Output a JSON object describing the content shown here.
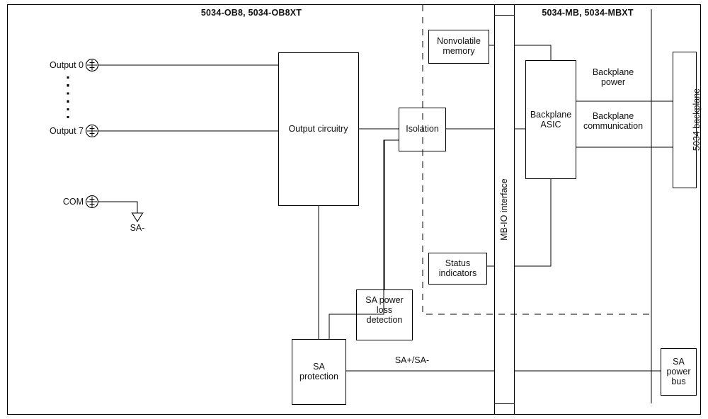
{
  "diagram": {
    "kind": "block-diagram",
    "outer_border": true,
    "titles": {
      "left_module": "5034-OB8, 5034-OB8XT",
      "right_module": "5034-MB, 5034-MBXT"
    },
    "terminals": [
      {
        "name": "output-0",
        "label": "Output 0",
        "symbol": "screw-terminal"
      },
      {
        "name": "output-7",
        "label": "Output 7",
        "symbol": "screw-terminal"
      },
      {
        "name": "com",
        "label": "COM",
        "symbol": "screw-terminal"
      }
    ],
    "vertical_ellipsis": "dotted",
    "ground": {
      "label": "SA-",
      "symbol": "ground-triangle"
    },
    "blocks": [
      {
        "name": "output-circuitry",
        "label": "Output circuitry"
      },
      {
        "name": "isolation",
        "label": "Isolation"
      },
      {
        "name": "nonvolatile-memory",
        "label": "Nonvolatile\nmemory"
      },
      {
        "name": "status-indicators",
        "label": "Status\nindicators"
      },
      {
        "name": "sa-power-loss-detection",
        "label": "SA power\nloss\ndetection"
      },
      {
        "name": "sa-protection",
        "label": "SA\nprotection"
      },
      {
        "name": "mb-io-interface",
        "label": "MB-IO interface",
        "orientation": "vertical"
      },
      {
        "name": "backplane-asic",
        "label": "Backplane\nASIC"
      },
      {
        "name": "backplane-5034",
        "label": "5034 backplane",
        "orientation": "vertical"
      },
      {
        "name": "sa-power-bus",
        "label": "SA\npower\nbus"
      }
    ],
    "signal_labels": [
      {
        "name": "backplane-power",
        "label": "Backplane\npower"
      },
      {
        "name": "backplane-communication",
        "label": "Backplane\ncommunication"
      },
      {
        "name": "sa-plus-sa-minus",
        "label": "SA+/SA-"
      }
    ],
    "isolation_boundary": {
      "style": "dashed",
      "description": "dashed isolation barrier"
    },
    "colors": {
      "line": "#000000",
      "text": "#111111",
      "background": "#ffffff"
    }
  }
}
